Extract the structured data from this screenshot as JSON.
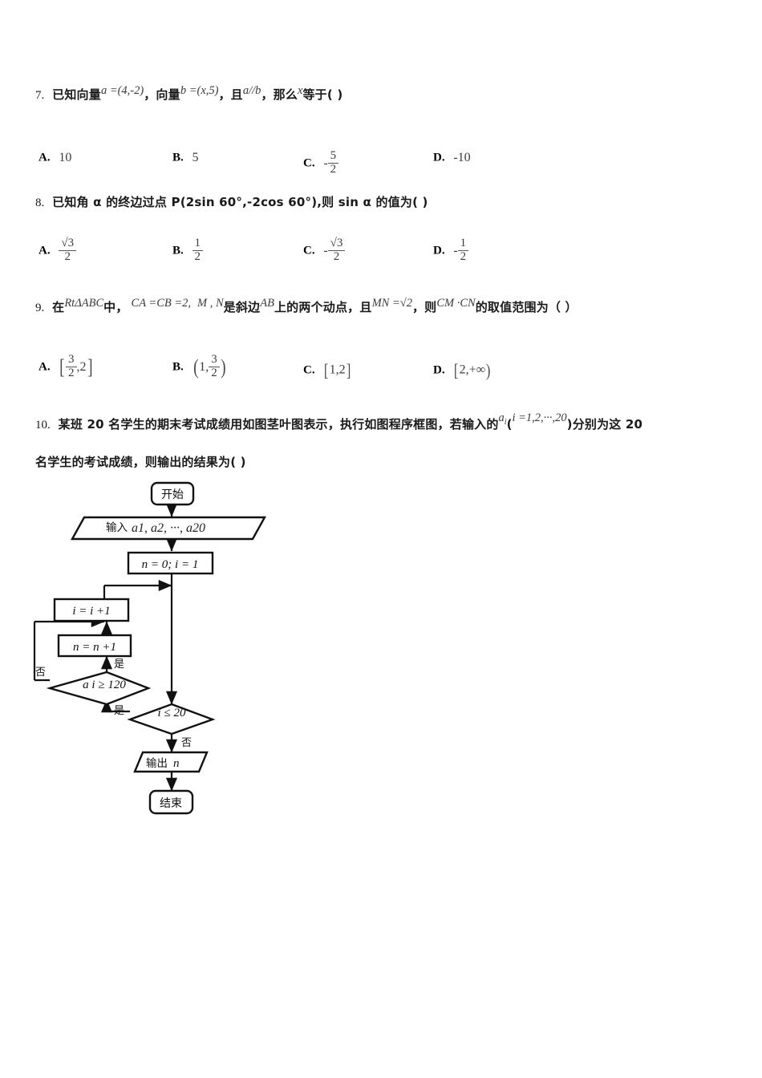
{
  "document": {
    "type": "math-exam-paper",
    "language": "zh-CN"
  },
  "questions": [
    {
      "number": "7.",
      "stem_parts": {
        "p1": "已知向量",
        "m1": "a =(4,-2)",
        "p2": "，向量",
        "m2": "b =(x,5)",
        "p3": "，且",
        "m3": "a//b",
        "p4": "，那么",
        "m4": "x",
        "p5": "等于(     )"
      },
      "options": [
        {
          "label": "A.",
          "value": "10"
        },
        {
          "label": "B.",
          "value": "5"
        },
        {
          "label": "C.",
          "value": "-5/2",
          "sign": "-",
          "num": "5",
          "den": "2"
        },
        {
          "label": "D.",
          "value": "-10"
        }
      ]
    },
    {
      "number": "8.",
      "stem": "已知角 α 的终边过点 P(2sin 60°,-2cos 60°),则 sin α 的值为(       )",
      "options": [
        {
          "label": "A.",
          "sign": "",
          "num": "√3",
          "den": "2"
        },
        {
          "label": "B.",
          "sign": "",
          "num": "1",
          "den": "2"
        },
        {
          "label": "C.",
          "sign": "-",
          "num": "√3",
          "den": "2"
        },
        {
          "label": "D.",
          "sign": "-",
          "num": "1",
          "den": "2"
        }
      ]
    },
    {
      "number": "9.",
      "stem_parts": {
        "p1": "在",
        "m1": "RtΔABC",
        "p2": "中，",
        "m2": "CA =CB =2,",
        "m3": "M , N",
        "p3": "是斜边",
        "m4": "AB",
        "p4": "上的两个动点，且",
        "m5": "MN =√2",
        "p5": "，则",
        "m6": "CM ·CN",
        "p6": "的取值范围为（   ）"
      },
      "options": [
        {
          "label": "A.",
          "text": "[3/2 , 2]",
          "left": "[",
          "right": "]",
          "first_num": "3",
          "first_den": "2",
          "second": "2"
        },
        {
          "label": "B.",
          "text": "(1 , 3/2)",
          "left": "(",
          "right": ")",
          "first": "1",
          "second_num": "3",
          "second_den": "2"
        },
        {
          "label": "C.",
          "text": "[1,2]",
          "left": "[",
          "right": "]",
          "body": "1,2"
        },
        {
          "label": "D.",
          "text": "[2,+∞)",
          "left": "[",
          "right": ")",
          "body": "2,+∞"
        }
      ]
    },
    {
      "number": "10.",
      "stem_line1_a": "某班 20 名学生的期末考试成绩用如图茎叶图表示，执行如图程序框图，若输入的",
      "stem_line1_math": "a",
      "stem_line1_sub": "i",
      "stem_line1_b": "(",
      "stem_line1_range": "i =1,2,···,20",
      "stem_line1_c": ")分别为这 20",
      "stem_line2": "名学生的考试成绩，则输出的结果为(    )"
    }
  ],
  "flowchart": {
    "nodes": {
      "start": "开始",
      "input": "输入 a₁,a₂,···,a₂₀",
      "input_label": "输入",
      "input_math": "a1, a2, ···, a20",
      "init": "n = 0; i = 1",
      "inc_i": "i = i +1",
      "inc_n": "n = n +1",
      "cond_score": "a i ≥ 120",
      "cond_loop": "i ≤ 20",
      "output": "输出 n",
      "output_label": "输出",
      "output_math": "n",
      "end": "结束"
    },
    "edge_labels": {
      "score_yes": "是",
      "score_no": "否",
      "loop_yes": "是",
      "loop_no": "否"
    }
  },
  "colors": {
    "ink": "#1a1a1a",
    "math_gray": "#3c3c3c",
    "line": "#111111",
    "page_bg": "#ffffff"
  }
}
